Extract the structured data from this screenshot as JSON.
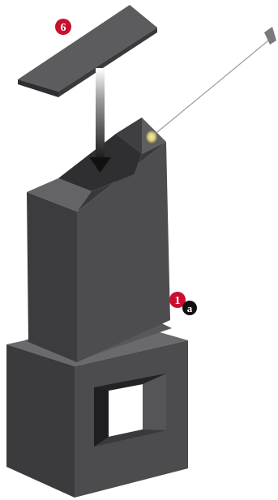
{
  "callouts": {
    "part_6": "6",
    "part_1": "1",
    "sub_a": "a"
  },
  "colors": {
    "background": "#ffffff",
    "badge_red": "#c8102e",
    "badge_black": "#111111",
    "block_front": "#4b4b4d",
    "block_side": "#3a3a3c",
    "block_top": "#626265",
    "block_dark": "#2c2c2e",
    "arrow": "#1a1a1a",
    "probe_tip": "#e6dc8a"
  },
  "icons": {
    "arrow": "down-arrow-icon",
    "probe": "probe-needle-icon"
  }
}
